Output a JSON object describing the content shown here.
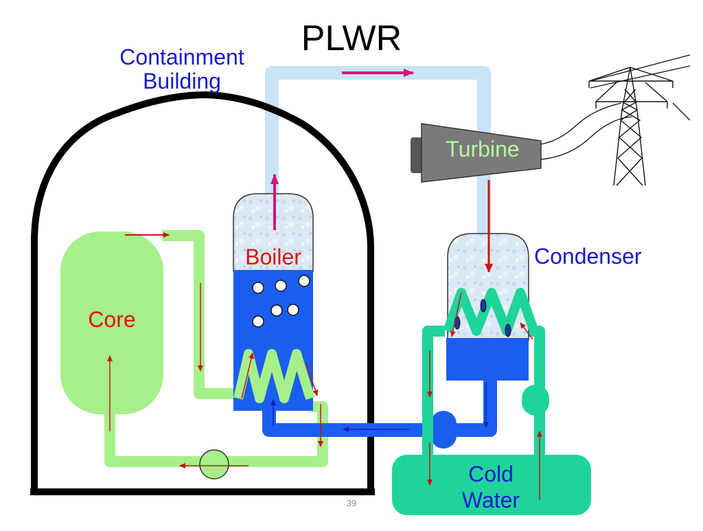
{
  "slide": {
    "title": "PLWR",
    "page_number": "39"
  },
  "labels": {
    "containment_building": "Containment\nBuilding",
    "boiler": "Boiler",
    "core": "Core",
    "turbine": "Turbine",
    "condenser": "Condenser",
    "cold_water": "Cold\nWater"
  },
  "colors": {
    "containment_text": "#1a1acc",
    "condenser_text": "#1a1acc",
    "boiler_text": "#e01010",
    "core_text": "#e01010",
    "turbine_text": "#b8f5a0",
    "cold_water_text": "#1a1acc",
    "primary_loop": "#a6f08a",
    "secondary_water": "#1a5ef0",
    "steam_pipe": "#c9e4f7",
    "cooling_water": "#1fd49a",
    "turbine_body": "#7a7a7a",
    "containment_wall": "#000000",
    "steam_arrow": "#d0187a",
    "flow_arrow": "#d01010"
  }
}
